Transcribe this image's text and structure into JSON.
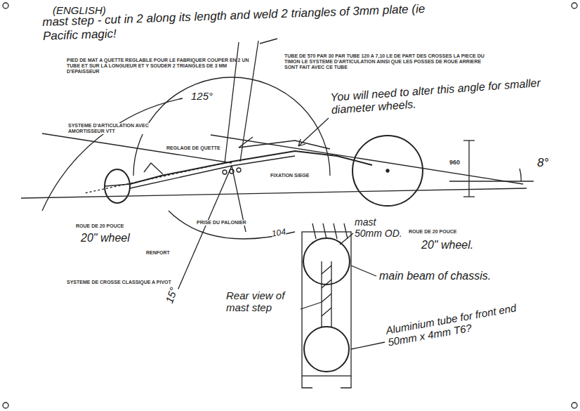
{
  "diagram": {
    "labels": [
      "(ENGLISH)",
      "mast step - cut in 2 along its length and weld 2 triangles of 3mm plate (ie Pacific magic!",
      "PIED DE MAT A QUETTE REGLABLE POUR LE FABRIQUER COUPER EN 2 UN TUBE ET SUR LA LONGUEUR ET Y SOUDER 2 TRIANGLES DE 3 MM D'EPAISSEUR",
      "TUBE DE 570 PAR 30 PAR TUBE 120 A 7,10 LE DE PART DES CROSSES LA PIECE DU TIMON LE SYSTEME D'ARTICULATION AINSI QUE LES POSSES DE ROUE ARRIERE SONT FAIT AVEC CE TUBE",
      "125°",
      "You will need to alter this angle for smaller diameter wheels.",
      "SYSTEME D'ARTICULATION AVEC AMORTISSEUR VTT",
      "REGLAGE DE QUETTE",
      "FIXATION SIEGE",
      "960",
      "8°",
      "ROUE DE 20 POUCE",
      "20\" wheel",
      "PRISE DU PALONIER",
      "RENFORT",
      "SYSTEME DE CROSSE CLASSIQUE A PIVOT",
      "15°",
      "104",
      "mast 50mm OD.",
      "ROUE DE 20 POUCE",
      "20\" wheel.",
      "main beam of chassis.",
      "Rear view of mast step",
      "Aluminium tube for front end 50mm x 4mm T6?"
    ]
  }
}
